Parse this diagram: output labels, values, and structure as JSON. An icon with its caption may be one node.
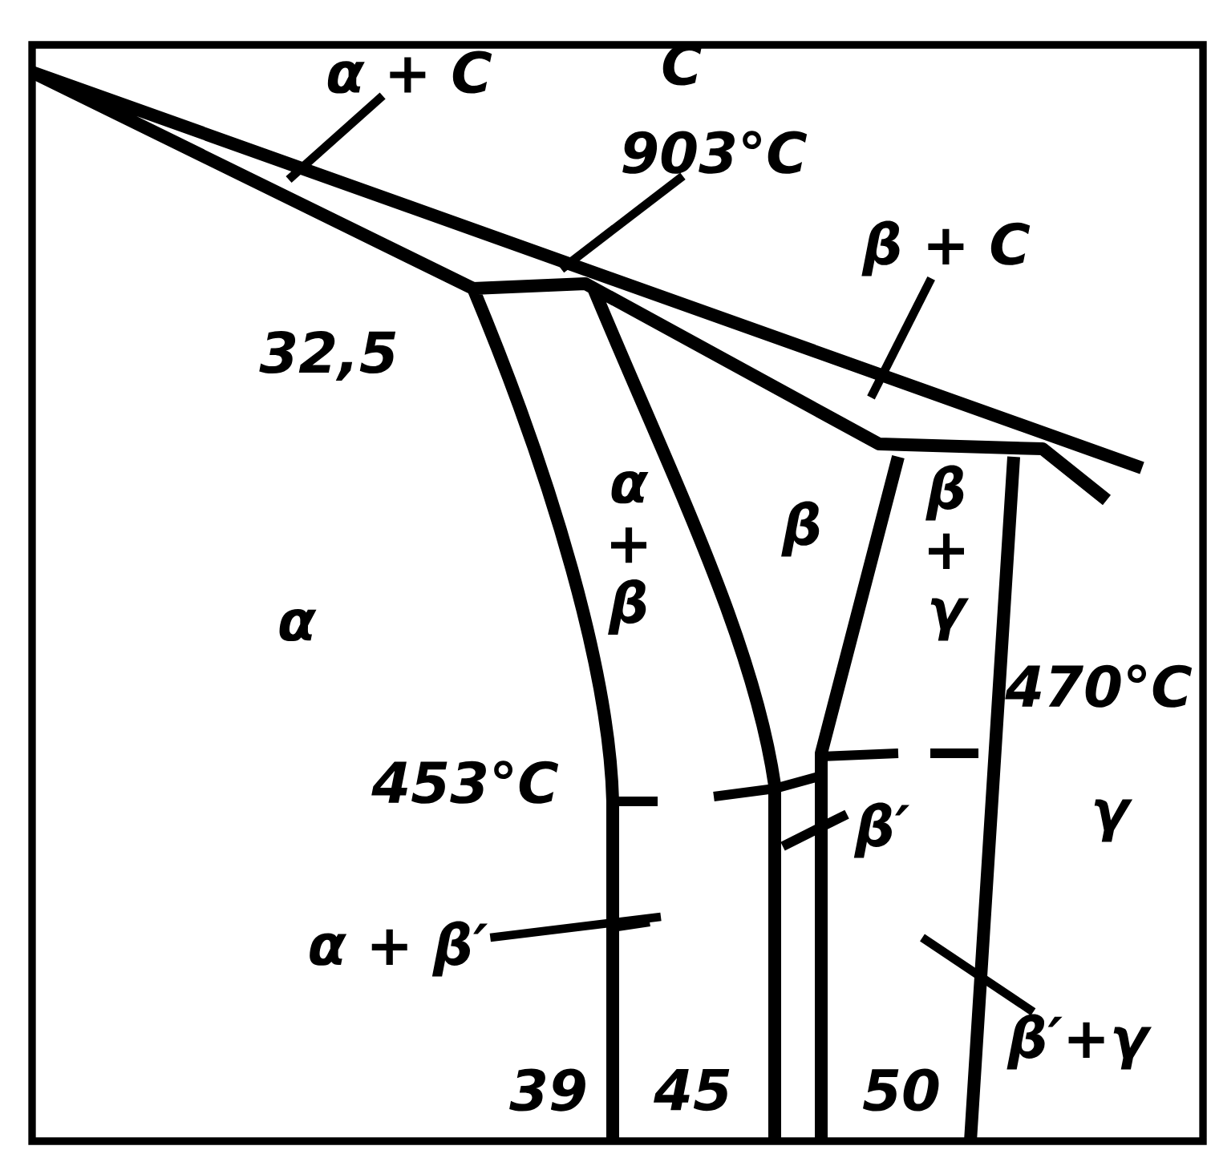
{
  "diagram": {
    "nodes": [
      {
        "text": [
          "α + C"
        ]
      },
      {
        "text": [
          "903°C"
        ]
      },
      {
        "text": [
          "β + C"
        ]
      },
      {
        "text": [
          "α + β′"
        ]
      },
      {
        "text": [
          "β′+γ"
        ]
      }
    ],
    "edges": [
      {
        "from": 0,
        "to": null,
        "arrow": "none"
      },
      {
        "from": 1,
        "to": null,
        "arrow": "none"
      },
      {
        "from": 2,
        "to": null,
        "arrow": "none"
      },
      {
        "from": 3,
        "to": null,
        "arrow": "none"
      },
      {
        "from": 4,
        "to": null,
        "arrow": "none"
      }
    ],
    "labels": [
      "C",
      "32,5",
      "α + β",
      "β",
      "β + γ",
      "α",
      "470°C",
      "453°C",
      "β′",
      "γ",
      "39",
      "45",
      "50"
    ]
  }
}
